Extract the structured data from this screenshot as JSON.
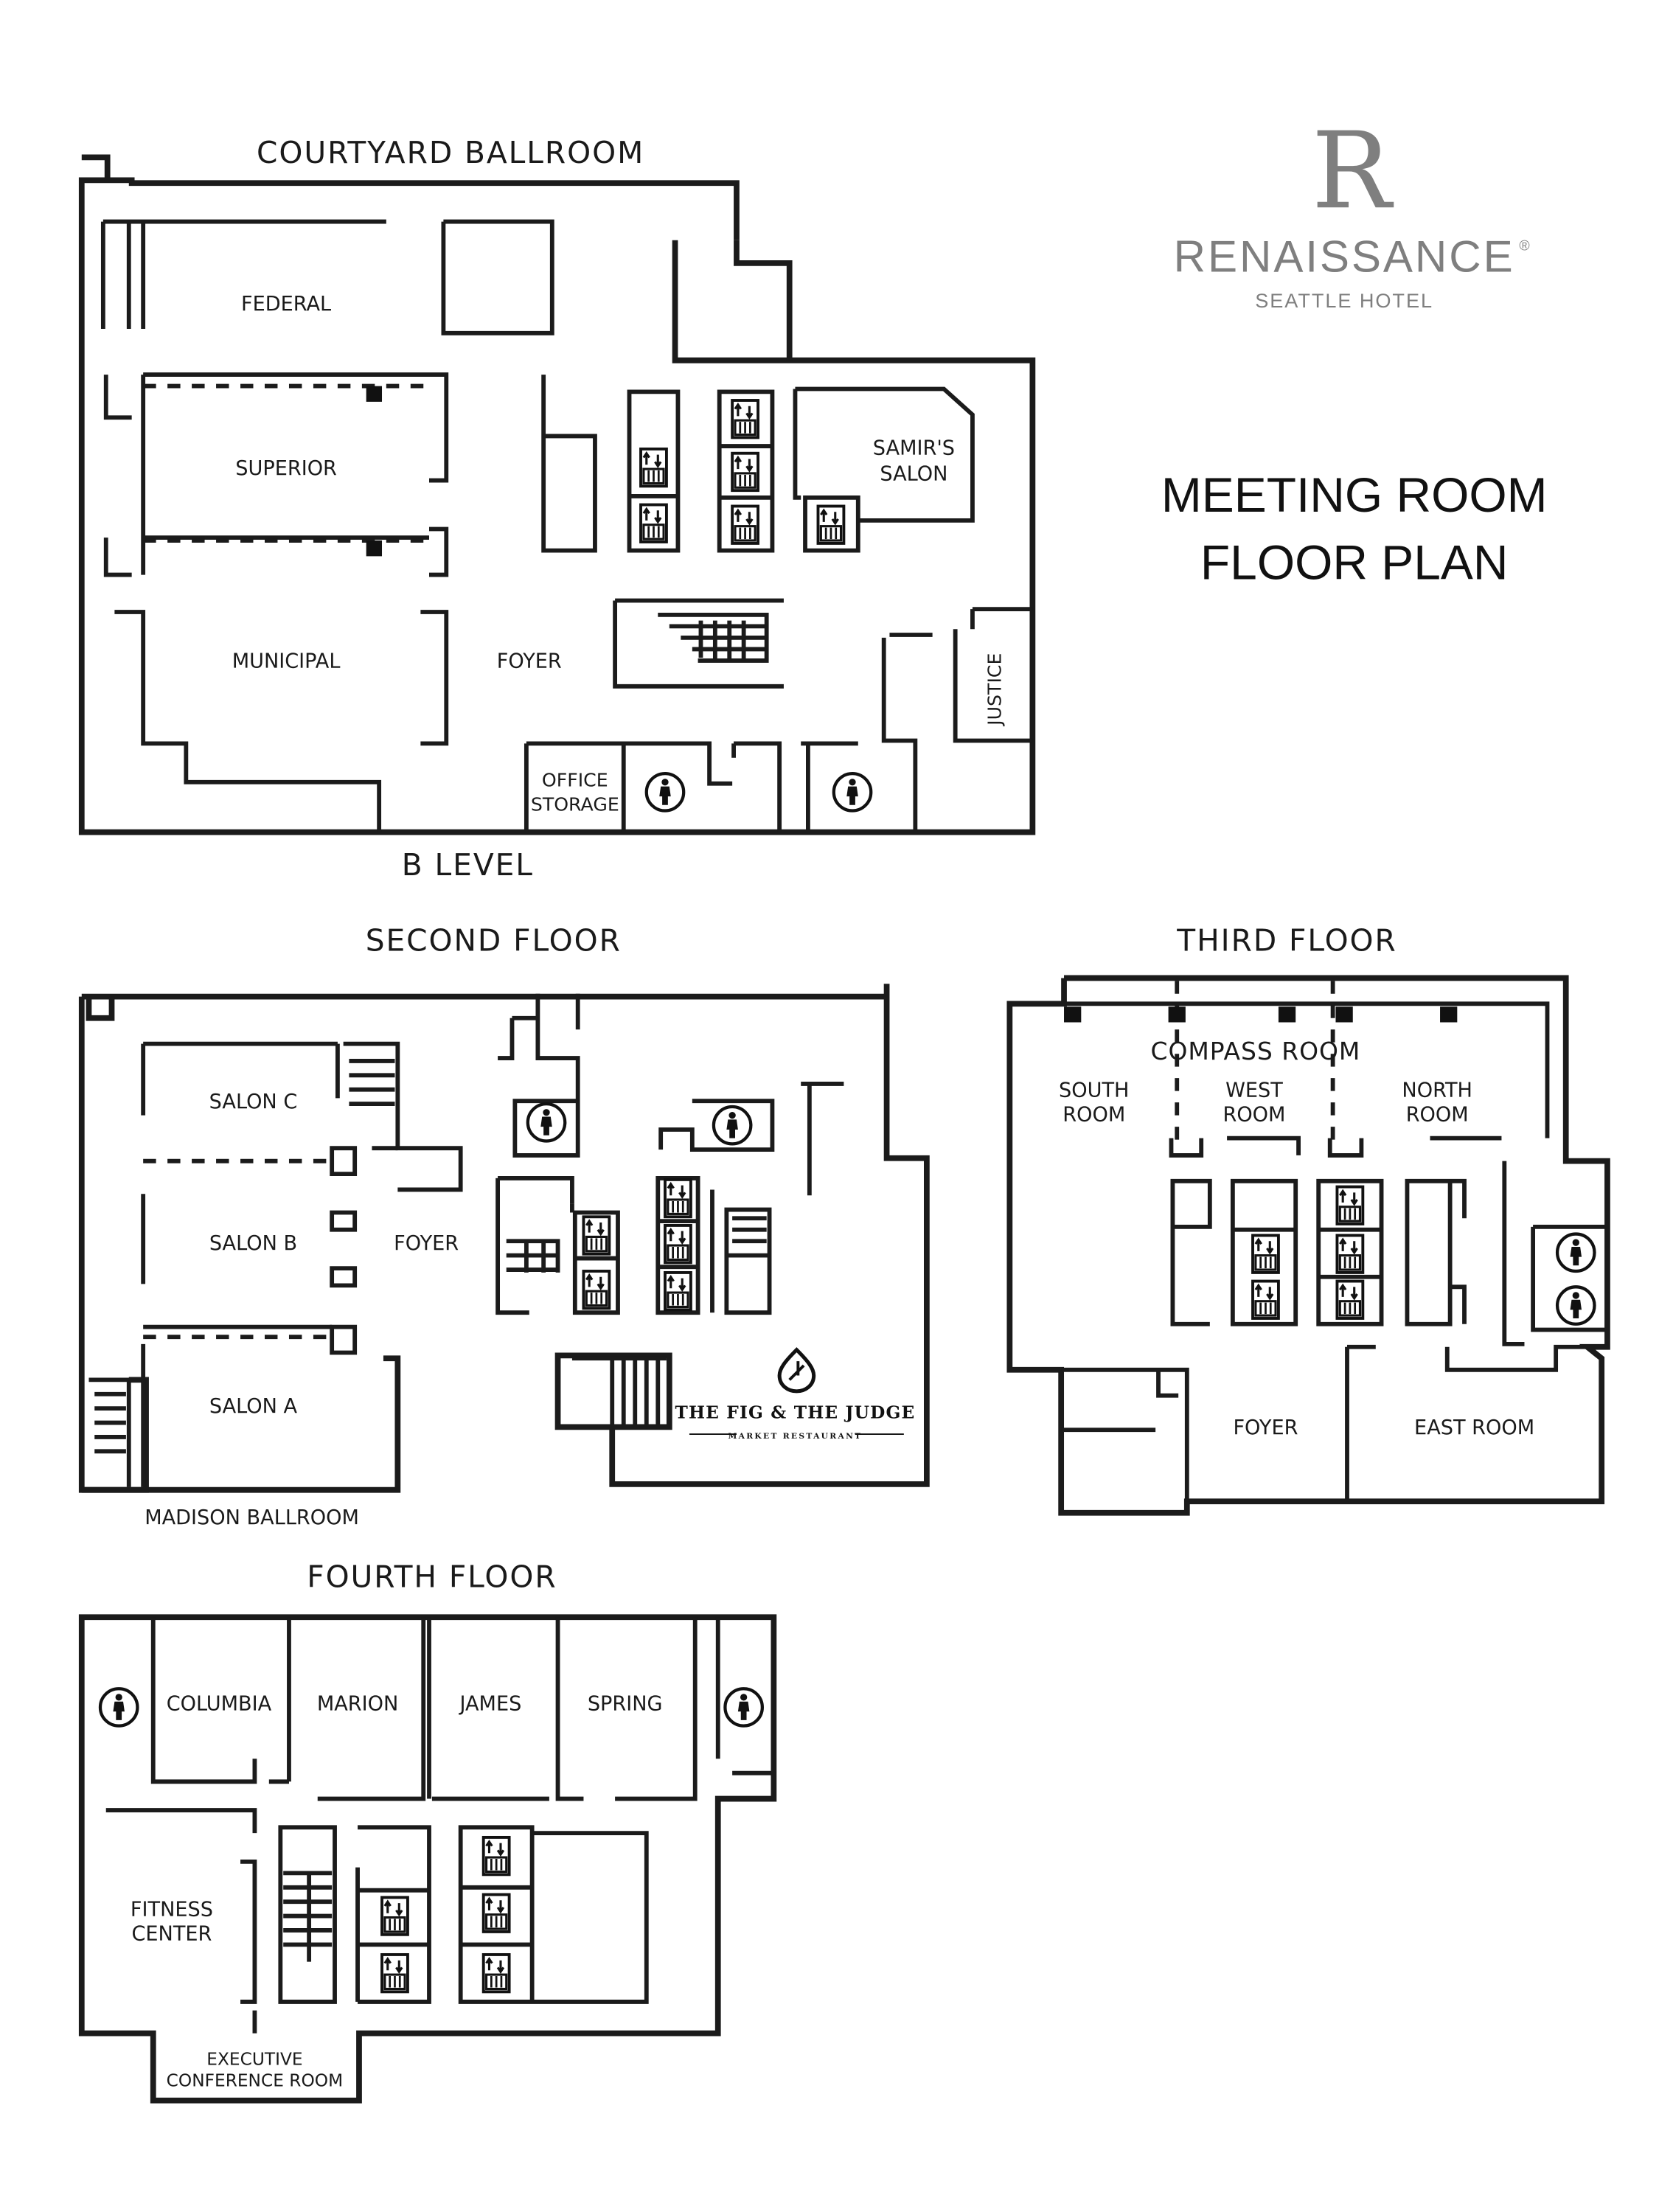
{
  "brand": {
    "letter": "R",
    "name": "RENAISSANCE",
    "registered": "®",
    "subtitle": "SEATTLE HOTEL",
    "color": "#7f7f7f"
  },
  "headline": {
    "line1": "MEETING ROOM",
    "line2": "FLOOR PLAN"
  },
  "b_level": {
    "header": "COURTYARD BALLROOM",
    "footer": "B LEVEL",
    "rooms": {
      "federal": "FEDERAL",
      "superior": "SUPERIOR",
      "municipal": "MUNICIPAL",
      "foyer": "FOYER",
      "samirs_1": "SAMIR'S",
      "samirs_2": "SALON",
      "justice": "JUSTICE",
      "office_1": "OFFICE",
      "office_2": "STORAGE"
    }
  },
  "second_floor": {
    "header": "SECOND FLOOR",
    "footer": "MADISON BALLROOM",
    "rooms": {
      "salon_c": "SALON C",
      "salon_b": "SALON B",
      "salon_a": "SALON A",
      "foyer": "FOYER"
    },
    "restaurant": {
      "name": "THE FIG & THE JUDGE",
      "tagline": "MARKET RESTAURANT"
    }
  },
  "third_floor": {
    "header": "THIRD FLOOR",
    "rooms": {
      "compass": "COMPASS ROOM",
      "south_1": "SOUTH",
      "south_2": "ROOM",
      "west_1": "WEST",
      "west_2": "ROOM",
      "north_1": "NORTH",
      "north_2": "ROOM",
      "foyer": "FOYER",
      "east": "EAST ROOM"
    }
  },
  "fourth_floor": {
    "header": "FOURTH FLOOR",
    "rooms": {
      "columbia": "COLUMBIA",
      "marion": "MARION",
      "james": "JAMES",
      "spring": "SPRING",
      "fitness_1": "FITNESS",
      "fitness_2": "CENTER",
      "exec_1": "EXECUTIVE",
      "exec_2": "CONFERENCE ROOM"
    }
  }
}
